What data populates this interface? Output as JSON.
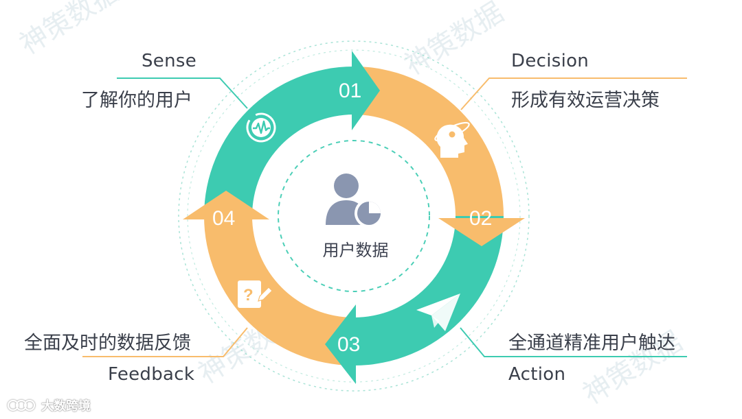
{
  "diagram": {
    "center_label": "用户数据",
    "steps": [
      {
        "number": "01",
        "en": "Sense",
        "cn": "了解你的用户",
        "icon": "pulse-icon",
        "color": "#3dcbb1"
      },
      {
        "number": "02",
        "en": "Decision",
        "cn": "形成有效运营决策",
        "icon": "head-atom-icon",
        "color": "#f8bc6c"
      },
      {
        "number": "03",
        "en": "Action",
        "cn": "全通道精准用户触达",
        "icon": "paper-plane-icon",
        "color": "#3dcbb1"
      },
      {
        "number": "04",
        "en": "Feedback",
        "cn": "全面及时的数据反馈",
        "icon": "question-note-icon",
        "color": "#f8bc6c"
      }
    ]
  },
  "footer": {
    "brand": "大数跨境"
  },
  "colors": {
    "teal": "#3dcbb1",
    "orange": "#f8bc6c",
    "text": "#3a3f4a",
    "icon_gray": "#8a96b0"
  }
}
